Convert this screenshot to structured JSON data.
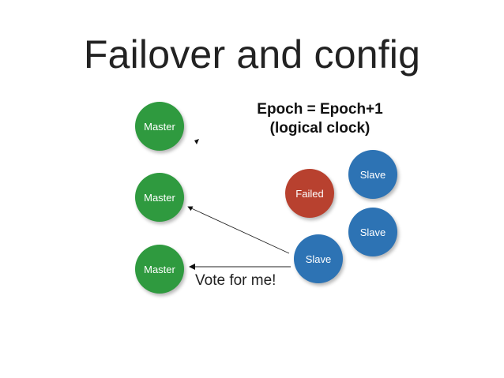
{
  "slide": {
    "title": "Failover and config",
    "epoch_line1": "Epoch = Epoch+1",
    "epoch_line2": "(logical clock)",
    "vote_label": "Vote for me!"
  },
  "nodes": {
    "master_top": "Master",
    "master_middle": "Master",
    "master_bottom": "Master",
    "failed": "Failed",
    "slave_right_top": "Slave",
    "slave_right_bottom": "Slave",
    "slave_candidate": "Slave"
  },
  "colors": {
    "master": "#2f9a3f",
    "slave": "#2d73b4",
    "failed": "#b8412f"
  }
}
